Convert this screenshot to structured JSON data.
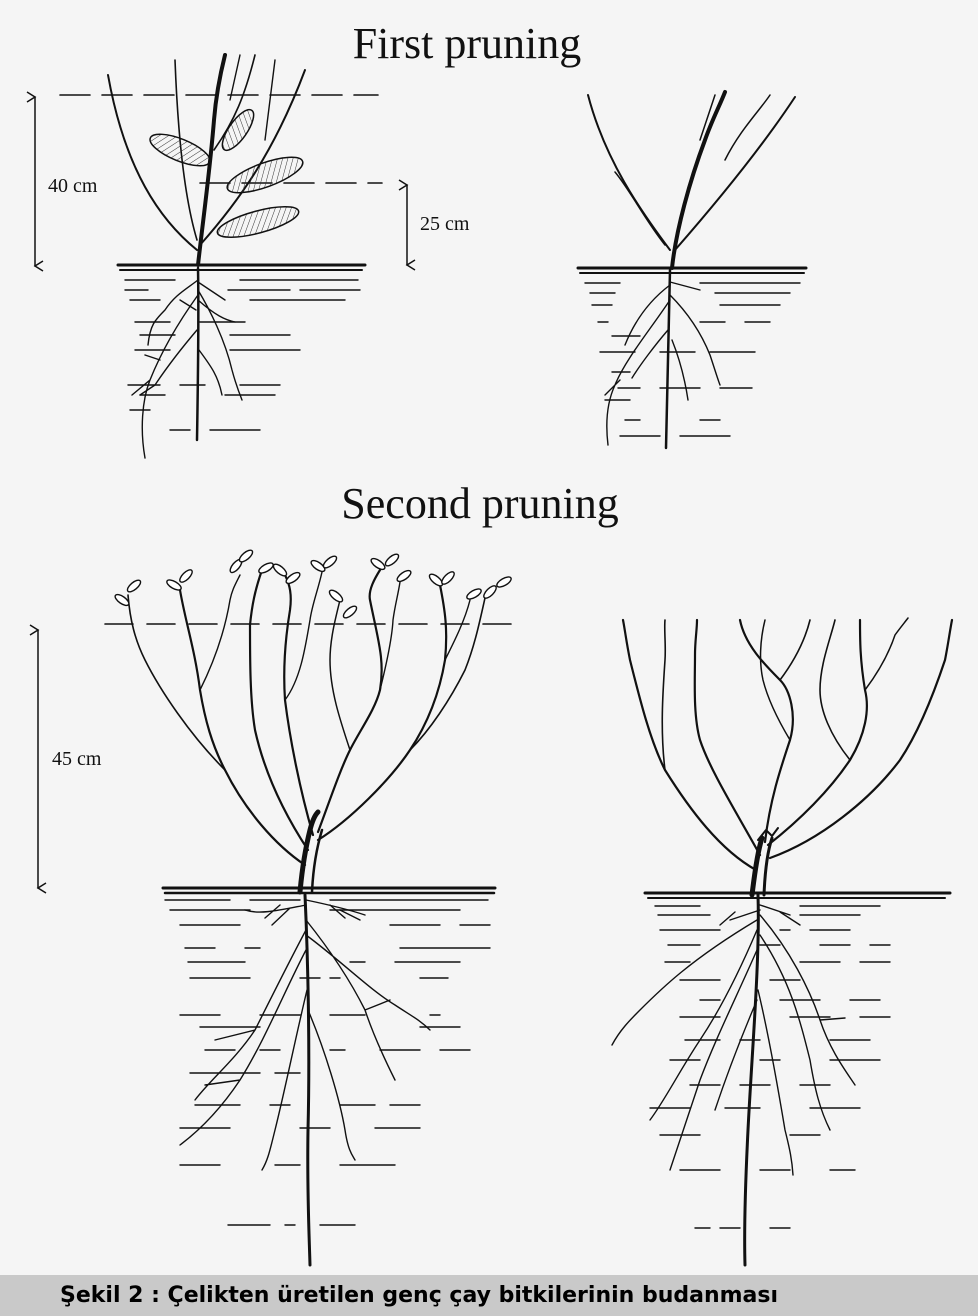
{
  "figure": {
    "first_title": "First pruning",
    "second_title": "Second pruning",
    "label_40": "40 cm",
    "label_25": "25 cm",
    "label_45": "45 cm"
  },
  "caption": "Şekil 2 : Çelikten üretilen genç çay bitkilerinin budanması"
}
